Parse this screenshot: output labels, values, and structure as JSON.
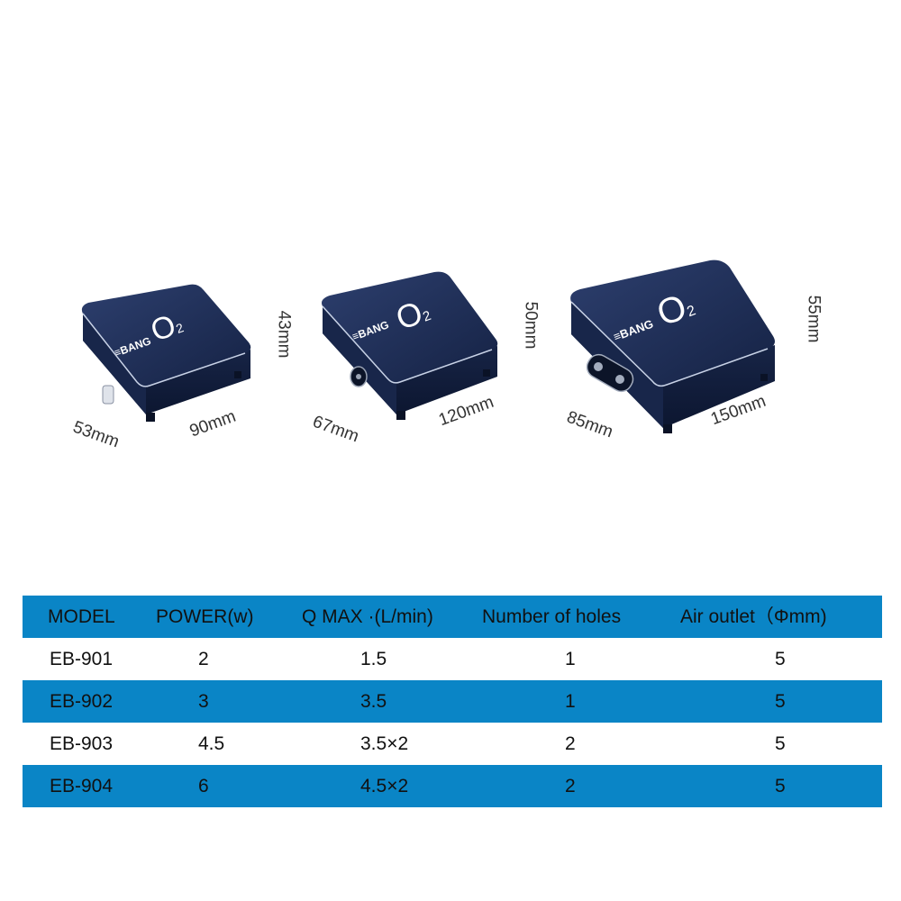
{
  "products": [
    {
      "logo": "≡BANG",
      "o2_symbol": "O",
      "o2_sub": "2",
      "width_label": "53mm",
      "length_label": "90mm",
      "height_label": "43mm"
    },
    {
      "logo": "≡BANG",
      "o2_symbol": "O",
      "o2_sub": "2",
      "width_label": "67mm",
      "length_label": "120mm",
      "height_label": "50mm"
    },
    {
      "logo": "≡BANG",
      "o2_symbol": "O",
      "o2_sub": "2",
      "width_label": "85mm",
      "length_label": "150mm",
      "height_label": "55mm"
    }
  ],
  "table": {
    "headers": [
      "MODEL",
      "POWER(w)",
      "Q MAX ·(L/min)",
      "Number of holes",
      "Air outlet（Φmm)"
    ],
    "rows": [
      [
        "EB-901",
        "2",
        "1.5",
        "1",
        "5"
      ],
      [
        "EB-902",
        "3",
        "3.5",
        "1",
        "5"
      ],
      [
        "EB-903",
        "4.5",
        "3.5×2",
        "2",
        "5"
      ],
      [
        "EB-904",
        "6",
        "4.5×2",
        "2",
        "5"
      ]
    ]
  },
  "colors": {
    "row_blue": "#0a85c6",
    "device_navy": "#1b2a4e",
    "device_top": "#22335e"
  }
}
